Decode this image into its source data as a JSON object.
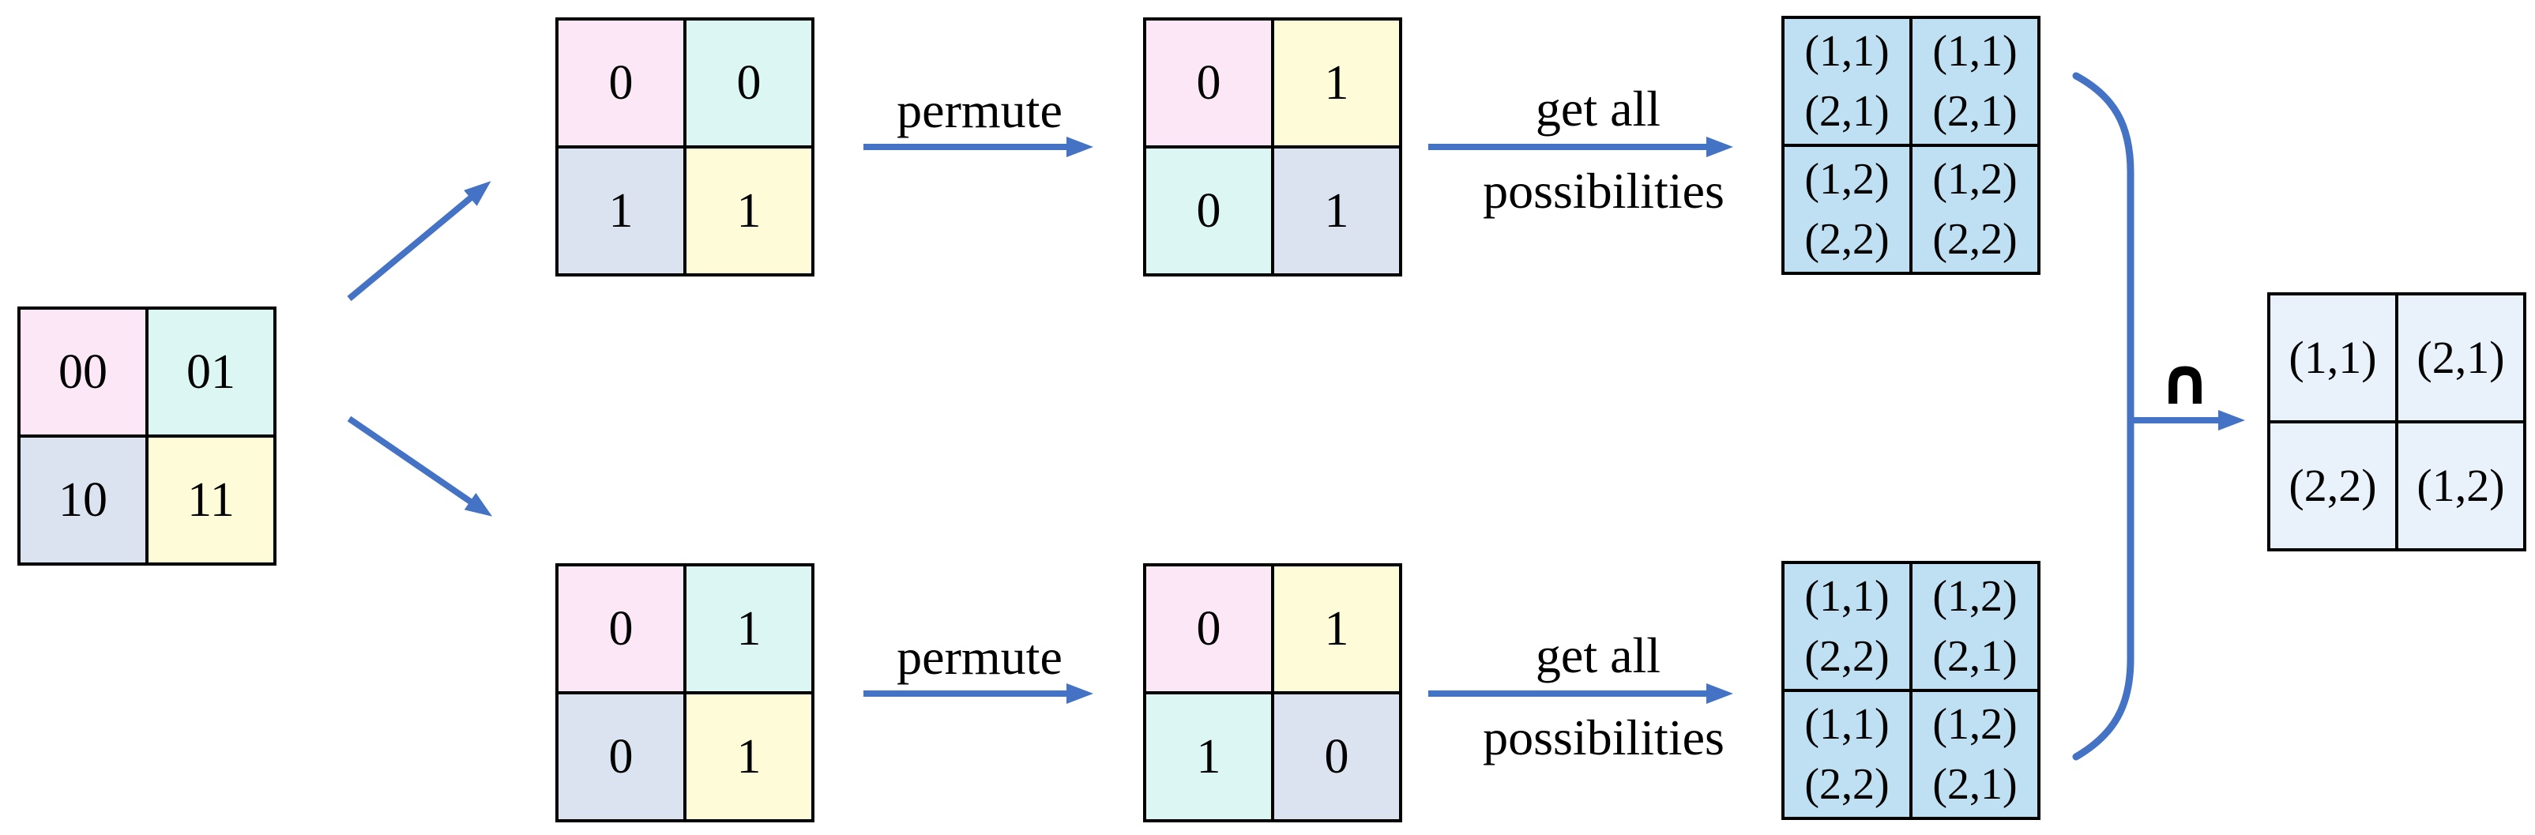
{
  "colors": {
    "pink": "#FBE7F5",
    "cyan": "#DCF6F3",
    "lavender": "#DBE2F0",
    "yellow": "#FDFBD8",
    "light_blue": "#BEE0F2",
    "pale_blue": "#E9F1FB",
    "arrow_blue": "#4472C4",
    "line_black": "#000000",
    "background": "#FFFFFF"
  },
  "labels": {
    "permute": "permute",
    "get_all_line1": "get all",
    "get_all_line2": "possibilities",
    "intersection": "∩"
  },
  "grids": {
    "source": {
      "rows": [
        [
          "00",
          "01"
        ],
        [
          "10",
          "11"
        ]
      ]
    },
    "branch1_input": {
      "rows": [
        [
          "0",
          "0"
        ],
        [
          "1",
          "1"
        ]
      ]
    },
    "branch1_permuted": {
      "rows": [
        [
          "0",
          "1"
        ],
        [
          "0",
          "1"
        ]
      ]
    },
    "branch1_possibilities": {
      "rows": [
        [
          [
            "(1,1)",
            "(2,1)"
          ],
          [
            "(1,1)",
            "(2,1)"
          ]
        ],
        [
          [
            "(1,2)",
            "(2,2)"
          ],
          [
            "(1,2)",
            "(2,2)"
          ]
        ]
      ]
    },
    "branch2_input": {
      "rows": [
        [
          "0",
          "1"
        ],
        [
          "0",
          "1"
        ]
      ]
    },
    "branch2_permuted": {
      "rows": [
        [
          "0",
          "1"
        ],
        [
          "1",
          "0"
        ]
      ]
    },
    "branch2_possibilities": {
      "rows": [
        [
          [
            "(1,1)",
            "(2,2)"
          ],
          [
            "(1,2)",
            "(2,1)"
          ]
        ],
        [
          [
            "(1,1)",
            "(2,2)"
          ],
          [
            "(1,2)",
            "(2,1)"
          ]
        ]
      ]
    },
    "result": {
      "rows": [
        [
          "(1,1)",
          "(2,1)"
        ],
        [
          "(2,2)",
          "(1,2)"
        ]
      ]
    }
  }
}
